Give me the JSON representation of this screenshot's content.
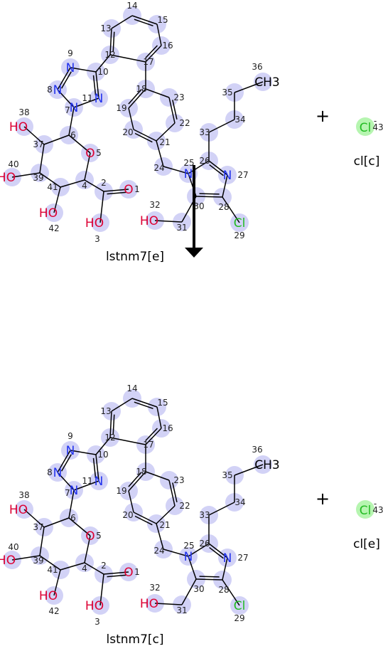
{
  "colors": {
    "halo": "#d2d2f6",
    "halo_cl": "#b6f5b0",
    "bond": "#000000",
    "N": "#2233ee",
    "O": "#dd0033",
    "Cl": "#22bb22",
    "C": "#000000",
    "arrow": "#000000"
  },
  "reaction": {
    "plus_sign": "+",
    "mol_top_label": "lstnm7[e]",
    "mol_bottom_label": "lstnm7[c]",
    "cl_top_label": "cl[c]",
    "cl_bottom_label": "cl[e]",
    "cl_symbol": "Cl",
    "cl_charge": "-",
    "cl_number": "43"
  },
  "atoms": [
    {
      "n": 1,
      "el": "O"
    },
    {
      "n": 2,
      "el": "C"
    },
    {
      "n": 3,
      "el": "O",
      "label": "HO"
    },
    {
      "n": 4,
      "el": "C"
    },
    {
      "n": 5,
      "el": "O"
    },
    {
      "n": 6,
      "el": "C"
    },
    {
      "n": 7,
      "el": "N"
    },
    {
      "n": 8,
      "el": "N"
    },
    {
      "n": 9,
      "el": "N"
    },
    {
      "n": 10,
      "el": "C"
    },
    {
      "n": 11,
      "el": "N"
    },
    {
      "n": 12,
      "el": "C"
    },
    {
      "n": 13,
      "el": "C"
    },
    {
      "n": 14,
      "el": "C"
    },
    {
      "n": 15,
      "el": "C"
    },
    {
      "n": 16,
      "el": "C"
    },
    {
      "n": 17,
      "el": "C"
    },
    {
      "n": 18,
      "el": "C"
    },
    {
      "n": 19,
      "el": "C"
    },
    {
      "n": 20,
      "el": "C"
    },
    {
      "n": 21,
      "el": "C"
    },
    {
      "n": 22,
      "el": "C"
    },
    {
      "n": 23,
      "el": "C"
    },
    {
      "n": 24,
      "el": "C"
    },
    {
      "n": 25,
      "el": "N"
    },
    {
      "n": 26,
      "el": "C"
    },
    {
      "n": 27,
      "el": "N"
    },
    {
      "n": 28,
      "el": "C"
    },
    {
      "n": 29,
      "el": "Cl",
      "label": "Cl"
    },
    {
      "n": 30,
      "el": "C"
    },
    {
      "n": 31,
      "el": "C"
    },
    {
      "n": 32,
      "el": "O",
      "label": "HO"
    },
    {
      "n": 33,
      "el": "C"
    },
    {
      "n": 34,
      "el": "C"
    },
    {
      "n": 35,
      "el": "C"
    },
    {
      "n": 36,
      "el": "C",
      "label": "CH3"
    },
    {
      "n": 37,
      "el": "C"
    },
    {
      "n": 38,
      "el": "O",
      "label": "HO"
    },
    {
      "n": 39,
      "el": "C"
    },
    {
      "n": 40,
      "el": "O",
      "label": "HO"
    },
    {
      "n": 41,
      "el": "C"
    },
    {
      "n": 42,
      "el": "O",
      "label": "HO"
    }
  ]
}
